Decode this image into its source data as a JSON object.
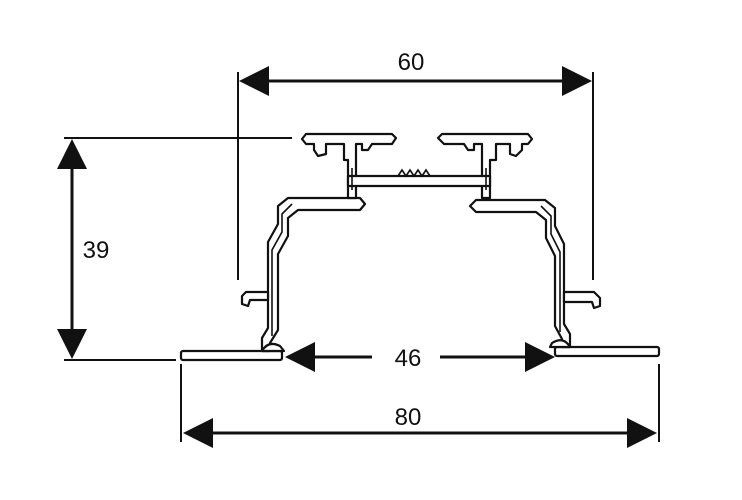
{
  "diagram": {
    "dimensions": {
      "top_width": "60",
      "height": "39",
      "inner_width": "46",
      "bottom_width": "80"
    },
    "colors": {
      "stroke": "#111111",
      "background": "#ffffff"
    }
  }
}
